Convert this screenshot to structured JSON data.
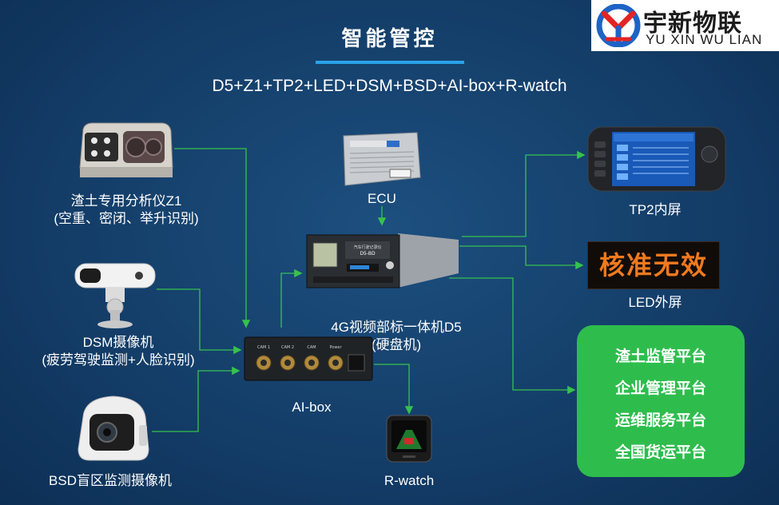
{
  "header": {
    "title": "智能管控",
    "formula": "D5+Z1+TP2+LED+DSM+BSD+AI-box+R-watch"
  },
  "logo": {
    "cn": "宇新物联",
    "en": "YU XIN WU LIAN"
  },
  "devices": {
    "z1": {
      "line1": "渣土专用分析仪Z1",
      "line2": "(空重、密闭、举升识别)"
    },
    "dsm": {
      "line1": "DSM摄像机",
      "line2": "(疲劳驾驶监测+人脸识别)"
    },
    "bsd": {
      "line1": "BSD盲区监测摄像机"
    },
    "ecu": {
      "line1": "ECU"
    },
    "d5": {
      "line1": "4G视频部标一体机D5",
      "line2": "(硬盘机)",
      "panel_text": "汽车行驶记录仪",
      "model": "D5-BD"
    },
    "aibox": {
      "line1": "AI-box",
      "ports": [
        "CAM 1",
        "CAM 2",
        "CAM",
        "Power"
      ]
    },
    "rwatch": {
      "line1": "R-watch"
    },
    "tp2": {
      "line1": "TP2内屏"
    },
    "led": {
      "line1": "LED外屏",
      "display_text": "核准无效"
    }
  },
  "platforms": {
    "items": [
      "渣土监管平台",
      "企业管理平台",
      "运维服务平台",
      "全国货运平台"
    ]
  },
  "colors": {
    "background": "#143e69",
    "accent_bar": "#2aa2e8",
    "connector": "#36c24c",
    "platform_box": "#2ebd4d",
    "led_text": "#f07a1e"
  }
}
